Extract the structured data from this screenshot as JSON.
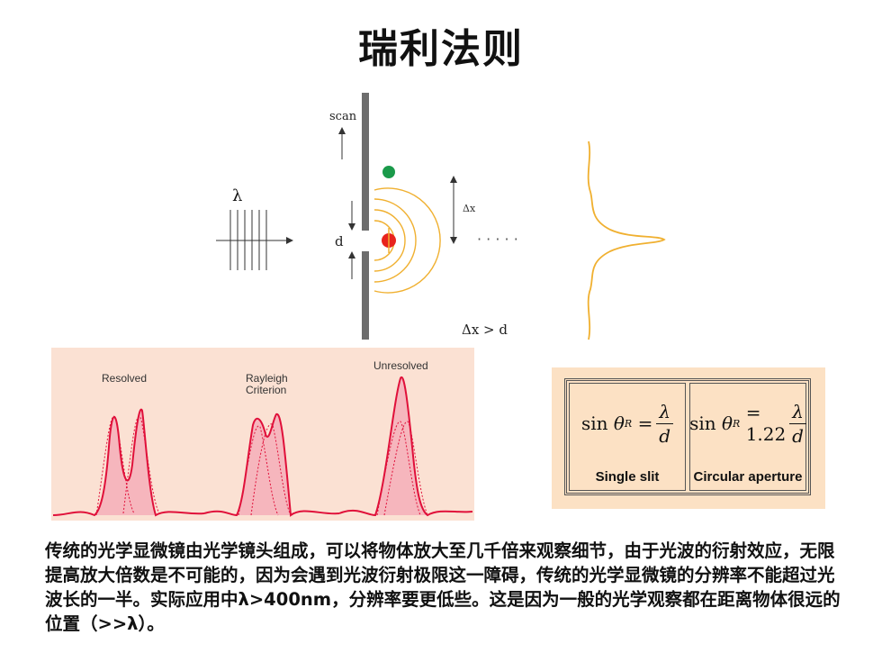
{
  "title": "瑞利法则",
  "diagram": {
    "scan_label": "scan",
    "lambda_label": "λ",
    "d_label": "d",
    "dx_label": "Δx",
    "dots": "· · · · ·",
    "relation": "Δx > d",
    "colors": {
      "green_dot": "#1a9a4a",
      "red_dot": "#e8231c",
      "rings": "#f0b030",
      "intensity_curve": "#f0b030",
      "barrier": "#6d6d6d"
    }
  },
  "resolution": {
    "labels": {
      "resolved": "Resolved",
      "rayleigh_line1": "Rayleigh",
      "rayleigh_line2": "Criterion",
      "unresolved": "Unresolved"
    },
    "colors": {
      "background": "#fbe1d3",
      "curve": "#e0103a",
      "fill": "#f6b6bd"
    }
  },
  "formulas": {
    "single_slit": {
      "lhs": "sin",
      "theta": "θ",
      "sub": "R",
      "eq": "=",
      "num": "λ",
      "den": "d",
      "label": "Single slit"
    },
    "circular": {
      "lhs": "sin",
      "theta": "θ",
      "sub": "R",
      "eq": "= 1.22",
      "num": "λ",
      "den": "d",
      "label": "Circular aperture"
    }
  },
  "paragraph": "传统的光学显微镜由光学镜头组成，可以将物体放大至几千倍来观察细节，由于光波的衍射效应，无限提高放大倍数是不可能的，因为会遇到光波衍射极限这一障碍，传统的光学显微镜的分辨率不能超过光波长的一半。实际应用中λ>400nm，分辨率要更低些。这是因为一般的光学观察都在距离物体很远的位置（>>λ）。"
}
